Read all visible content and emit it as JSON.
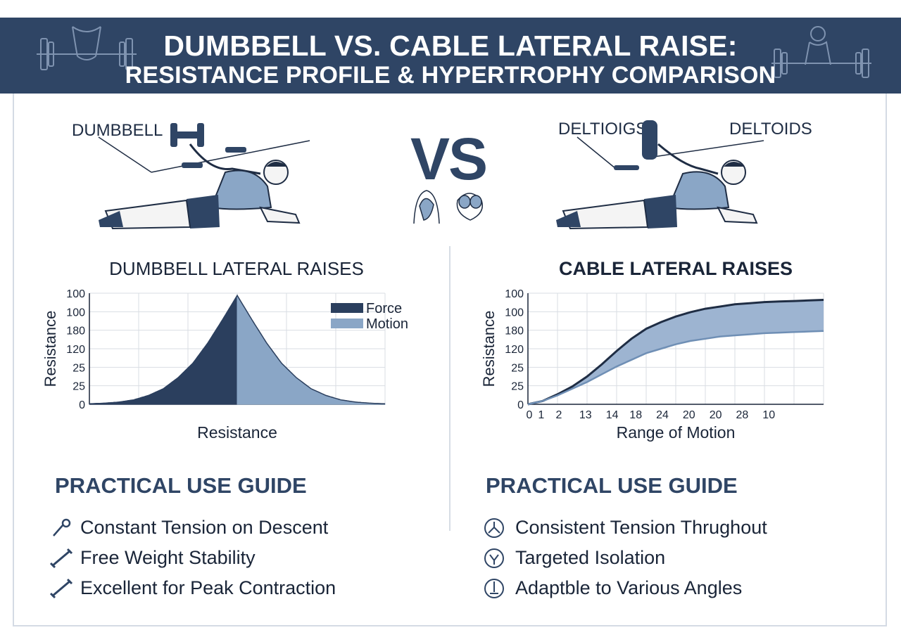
{
  "header": {
    "title_line1": "DUMBBELL VS. CABLE LATERAL RAISE:",
    "title_line2": "RESISTANCE PROFILE & HYPERTROPHY COMPARISON"
  },
  "illustrations": {
    "left_label": "DUMBBELL",
    "right_label_1": "DELTIOIGS",
    "right_label_2": "DELTOIDS",
    "vs": "VS"
  },
  "chart_data": [
    {
      "type": "area",
      "title": "DUMBBELL LATERAL RAISES",
      "xlabel": "Resistance",
      "ylabel": "Resistance",
      "ytick_labels": [
        "0",
        "25",
        "25",
        "120",
        "180",
        "100",
        "100"
      ],
      "legend": [
        "Force",
        "Motion"
      ],
      "legend_position": "top-right",
      "grid": true,
      "x": [
        0,
        5,
        10,
        15,
        20,
        25,
        30,
        35,
        40,
        45,
        50,
        55,
        60,
        65,
        70,
        75,
        80,
        85,
        90,
        95,
        100
      ],
      "series": [
        {
          "name": "Force",
          "color": "#2b3f5e",
          "x_range": [
            0,
            50
          ]
        },
        {
          "name": "Motion",
          "color": "#8aa6c6",
          "x_range": [
            50,
            100
          ]
        }
      ],
      "values": [
        0.5,
        1,
        2,
        4,
        8,
        14,
        24,
        37,
        55,
        76,
        98,
        76,
        55,
        37,
        24,
        14,
        8,
        4,
        2,
        1,
        0.5
      ],
      "ylim": [
        0,
        100
      ],
      "xlim": [
        0,
        100
      ]
    },
    {
      "type": "area",
      "title": "CABLE LATERAL RAISES",
      "xlabel": "Range of Motion",
      "ylabel": "Resistance",
      "ytick_labels": [
        "0",
        "25",
        "25",
        "120",
        "180",
        "100",
        "100"
      ],
      "xtick_labels": [
        "0",
        "1",
        "2",
        "13",
        "14",
        "18",
        "24",
        "20",
        "20",
        "28",
        "10"
      ],
      "grid": true,
      "x": [
        0,
        5,
        10,
        15,
        20,
        25,
        30,
        35,
        40,
        45,
        50,
        55,
        60,
        65,
        70,
        75,
        80,
        85,
        90,
        95,
        100
      ],
      "series": [
        {
          "name": "upper",
          "color": "#1f2d44",
          "values": [
            0,
            3,
            9,
            16,
            25,
            36,
            48,
            59,
            68,
            74,
            79,
            83,
            86,
            88,
            90,
            91,
            92,
            92.5,
            93,
            93.5,
            94
          ]
        },
        {
          "name": "lower",
          "color": "#6f8fb5",
          "values": [
            0,
            3,
            8,
            14,
            20,
            27,
            34,
            40,
            46,
            50,
            54,
            57,
            59,
            61,
            62,
            63,
            64,
            64.5,
            65,
            65.5,
            66
          ]
        }
      ],
      "fill_color": "#9db4d1",
      "ylim": [
        0,
        100
      ],
      "xlim": [
        0,
        100
      ]
    }
  ],
  "guides": {
    "left": {
      "title": "PRACTICAL USE GUIDE",
      "items": [
        {
          "icon": "dumbbell-icon",
          "text": "Constant Tension on Descent"
        },
        {
          "icon": "dumbbell-icon",
          "text": "Free Weight Stability"
        },
        {
          "icon": "dumbbell-icon",
          "text": "Excellent for Peak Contraction"
        }
      ]
    },
    "right": {
      "title": "PRACTICAL USE GUIDE",
      "items": [
        {
          "icon": "cable-icon",
          "text": "Consistent Tension Thrughout"
        },
        {
          "icon": "target-icon",
          "text": "Targeted Isolation"
        },
        {
          "icon": "angle-icon",
          "text": "Adaptble to Various Angles"
        }
      ]
    }
  },
  "colors": {
    "navy": "#2f4565",
    "dark": "#2b3f5e",
    "light": "#8aa6c6",
    "grid": "#d9dde3"
  }
}
